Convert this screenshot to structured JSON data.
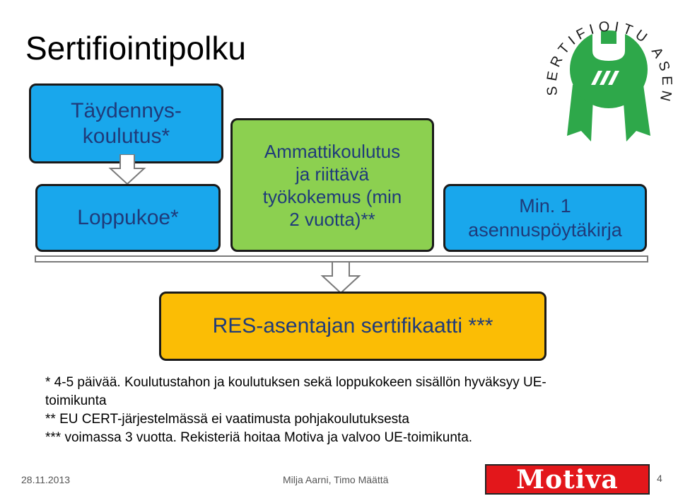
{
  "title": "Sertifiointipolku",
  "boxes": {
    "taydennys": {
      "line1": "Täydennys-",
      "line2": "koulutus*"
    },
    "loppukoe": "Loppukoe*",
    "ammatti": {
      "line1": "Ammattikoulutus",
      "line2": "ja riittävä",
      "line3": "työkokemus (min",
      "line4": "2 vuotta)**"
    },
    "poytakirja": {
      "line1": "Min. 1",
      "line2": "asennuspöytäkirja"
    },
    "sertifikaatti": "RES-asentajan sertifikaatti ***"
  },
  "badge": {
    "text": "SERTIFIOITU ASENTAJA"
  },
  "notes": {
    "line1": "* 4-5 päivää. Koulutustahon ja koulutuksen sekä loppukokeen sisällön hyväksyy UE-",
    "line2": "toimikunta",
    "line3": "** EU CERT-järjestelmässä ei vaatimusta pohjakoulutuksesta",
    "line4": "*** voimassa 3 vuotta. Rekisteriä hoitaa Motiva ja valvoo UE-toimikunta."
  },
  "footer": {
    "date": "28.11.2013",
    "authors": "Milja Aarni, Timo Määttä",
    "logo": "Motiva",
    "page": "4"
  },
  "colors": {
    "blue": "#19a7ec",
    "green": "#8cd050",
    "orange": "#fbbd05",
    "badge_green": "#2ea84a",
    "logo_red": "#e3171b",
    "box_text": "#1f3b7a"
  }
}
